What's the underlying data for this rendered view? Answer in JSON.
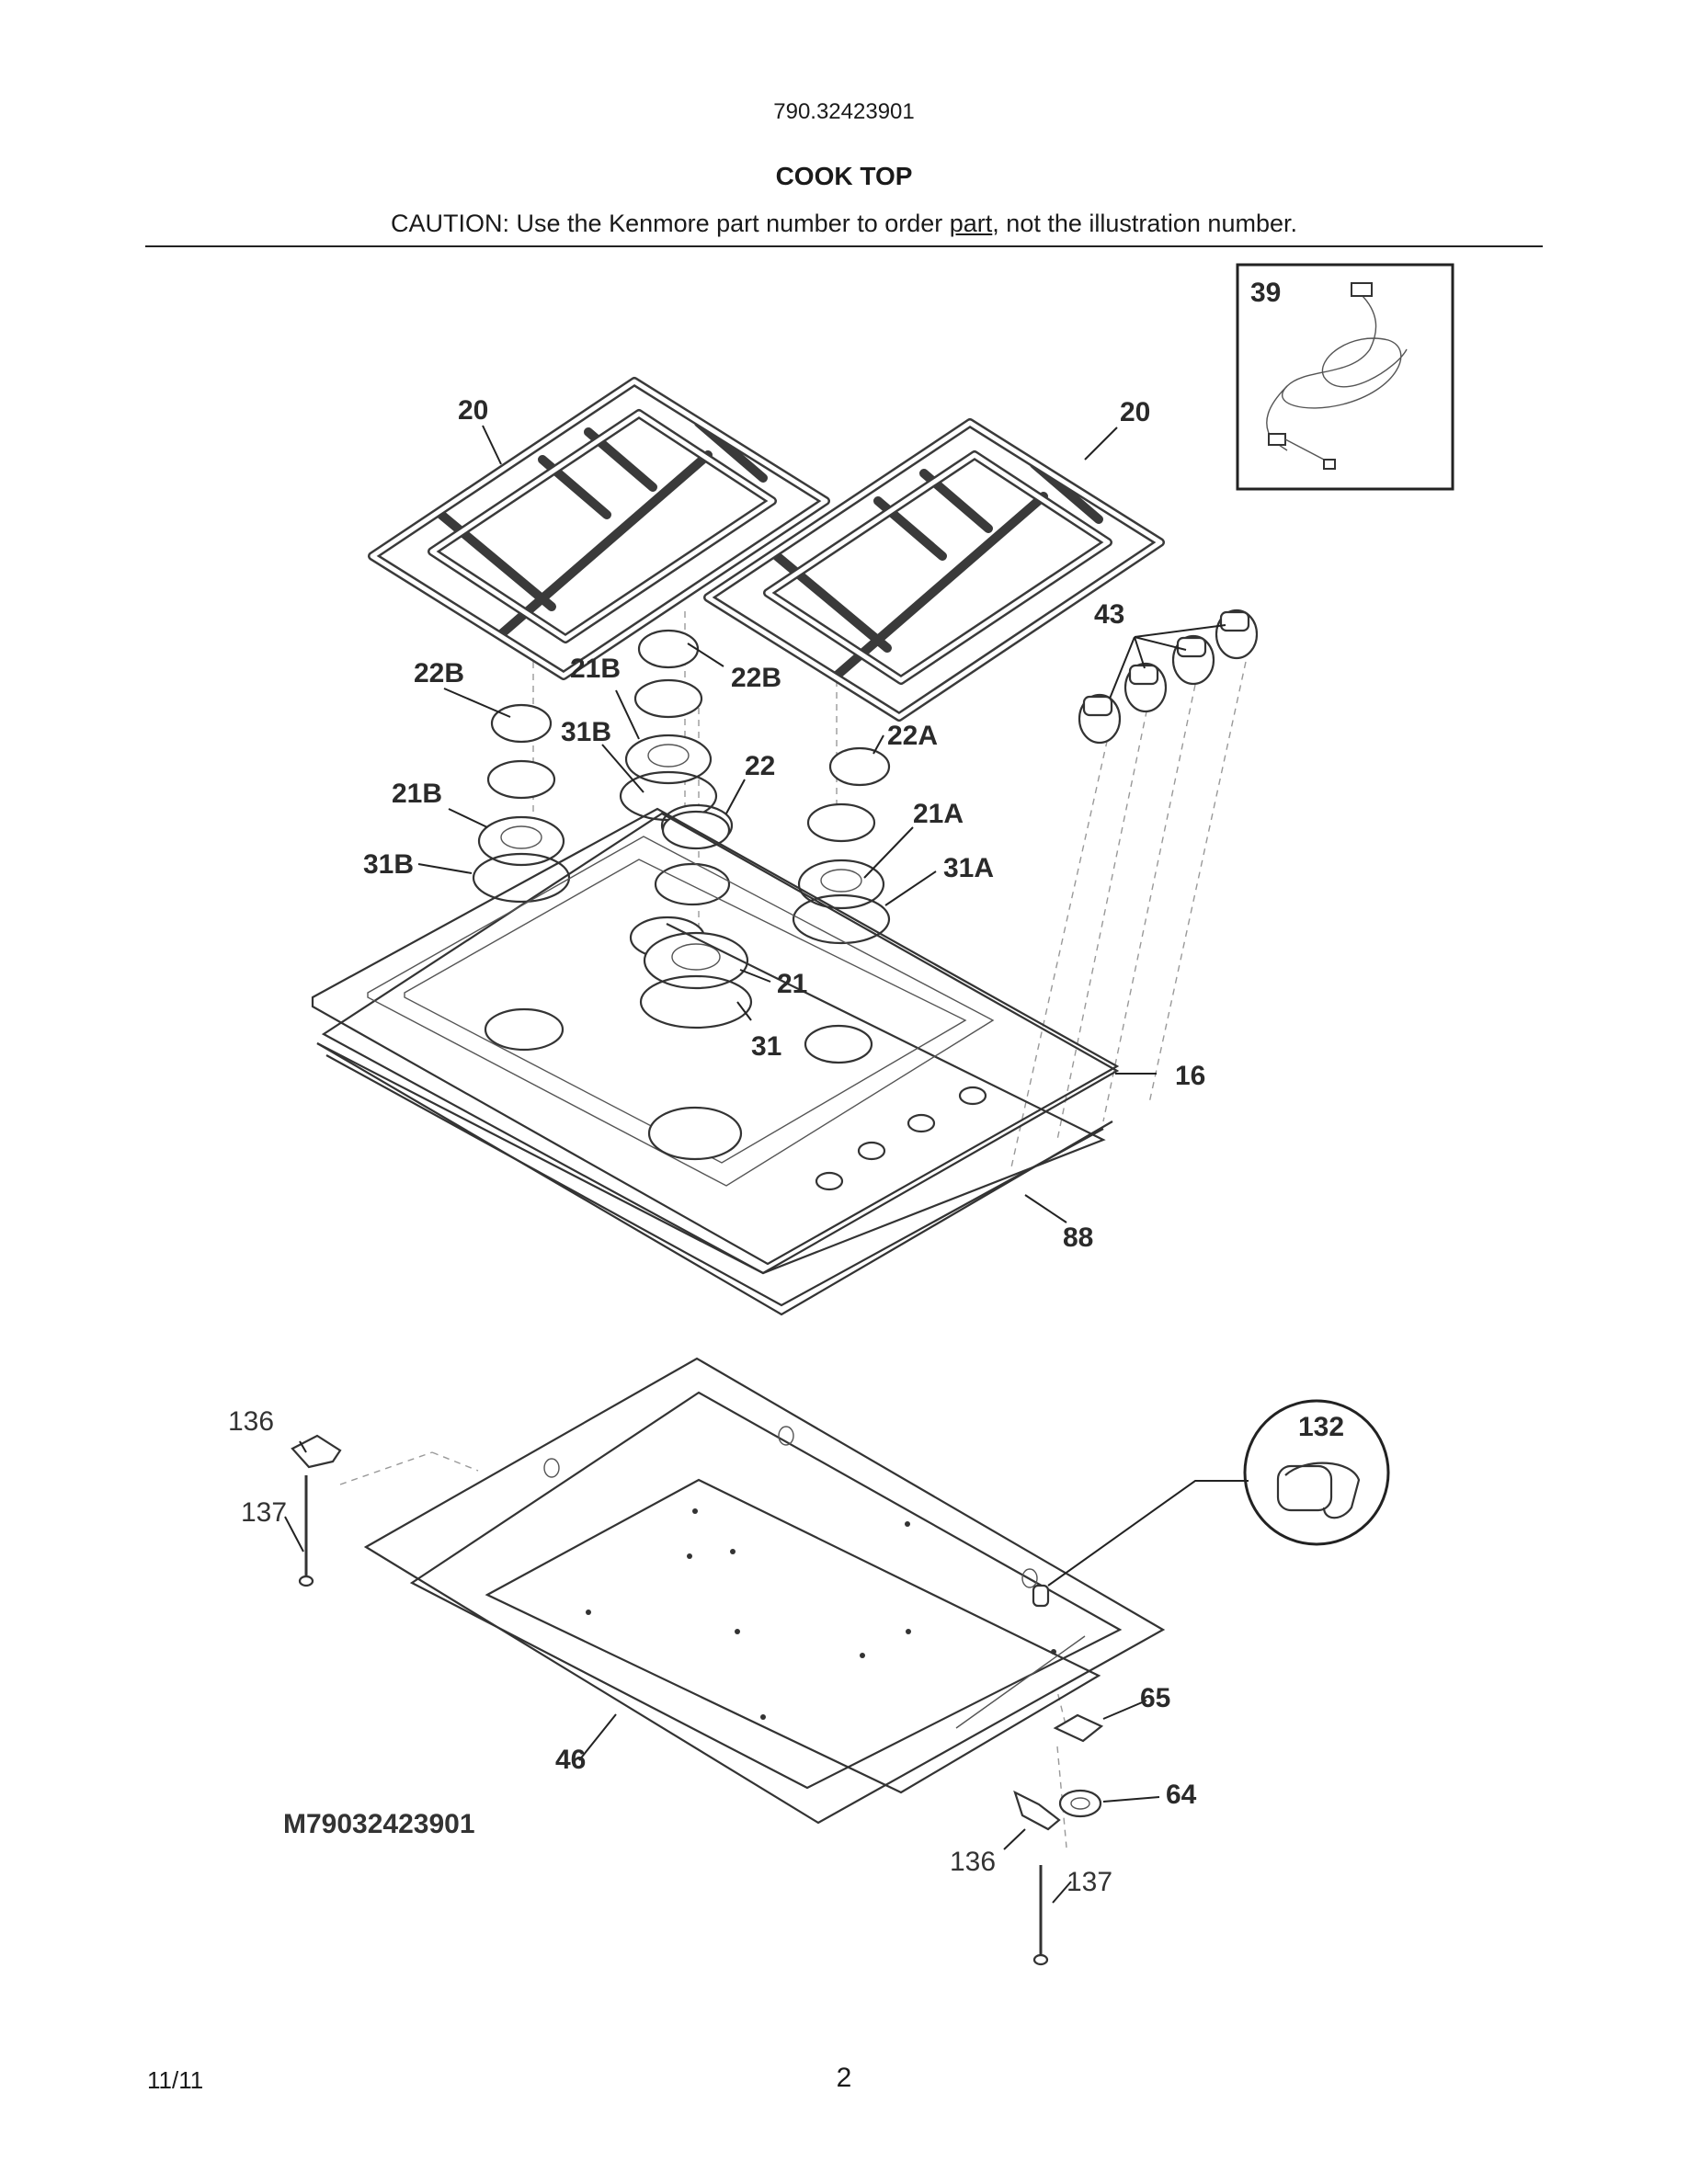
{
  "header": {
    "model": "790.32423901",
    "title": "COOK TOP",
    "caution_pre": "CAUTION: Use the Kenmore part number to order ",
    "caution_underlined": "part",
    "caution_post": ", not the illustration number."
  },
  "callouts": {
    "c20a": "20",
    "c20b": "20",
    "c39": "39",
    "c43": "43",
    "c22b_left": "22B",
    "c21b_top": "21B",
    "c22b_right": "22B",
    "c31b_top": "31B",
    "c22": "22",
    "c22a": "22A",
    "c21b_left": "21B",
    "c21a": "21A",
    "c31b_left": "31B",
    "c31a": "31A",
    "c21": "21",
    "c31": "31",
    "c16": "16",
    "c88": "88",
    "c132": "132",
    "c136_top": "136",
    "c137_top": "137",
    "c65": "65",
    "c64": "64",
    "c46": "46",
    "c136_bottom": "136",
    "c137_bottom": "137"
  },
  "diagram_id": "M79032423901",
  "footer": {
    "date": "11/11",
    "page": "2"
  }
}
